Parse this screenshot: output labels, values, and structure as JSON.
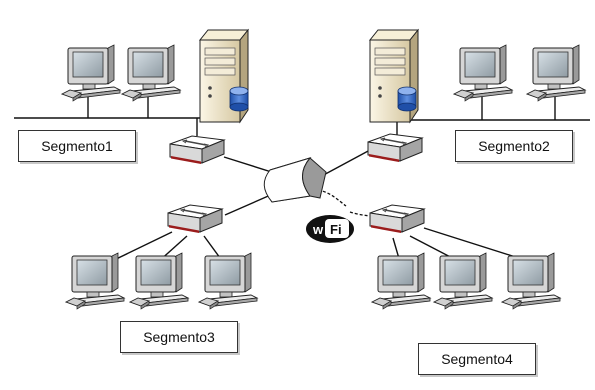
{
  "segments": [
    {
      "id": "seg1",
      "label": "Segmento1"
    },
    {
      "id": "seg2",
      "label": "Segmento2"
    },
    {
      "id": "seg3",
      "label": "Segmento3"
    },
    {
      "id": "seg4",
      "label": "Segmento4"
    }
  ],
  "wifi_badge": {
    "text_w": "w",
    "text_fi": "Fi"
  },
  "colors": {
    "cable": "#111111",
    "monitor_body": "#d9d9d9",
    "screen": "#a9b4bb",
    "server_body": "#ece3c9",
    "switch_top": "#ffffff",
    "switch_front": "#d8d8d8",
    "switch_stripe": "#9b1c1c",
    "database": "#2b63c2"
  },
  "icons": {
    "workstation": "desktop-computer-icon",
    "server": "server-tower-icon",
    "switch": "network-switch-icon",
    "router": "router-icon",
    "database": "database-icon",
    "wifi": "wifi-badge-icon"
  }
}
